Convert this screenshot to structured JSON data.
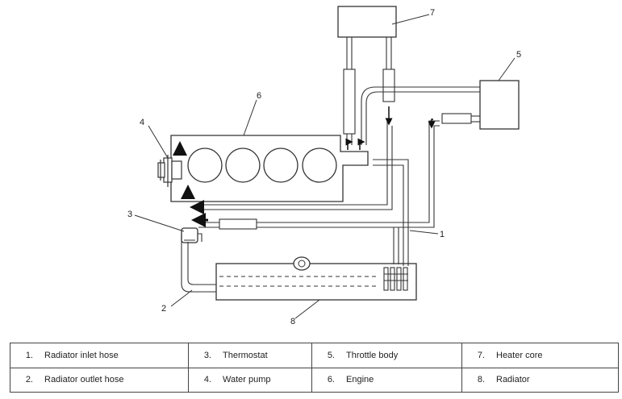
{
  "callouts": [
    "1",
    "2",
    "3",
    "4",
    "5",
    "6",
    "7",
    "8"
  ],
  "legend": {
    "rows": [
      [
        {
          "num": "1.",
          "label": "Radiator inlet hose"
        },
        {
          "num": "3.",
          "label": "Thermostat"
        },
        {
          "num": "5.",
          "label": "Throttle body"
        },
        {
          "num": "7.",
          "label": "Heater core"
        }
      ],
      [
        {
          "num": "2.",
          "label": "Radiator outlet hose"
        },
        {
          "num": "4.",
          "label": "Water pump"
        },
        {
          "num": "6.",
          "label": "Engine"
        },
        {
          "num": "8.",
          "label": "Radiator"
        }
      ]
    ]
  }
}
